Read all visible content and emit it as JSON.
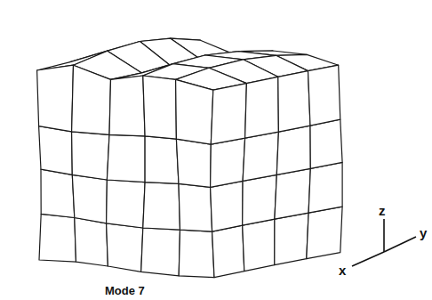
{
  "diagram": {
    "caption": "Mode 7",
    "labels": [
      "z",
      "x",
      "y"
    ]
  }
}
